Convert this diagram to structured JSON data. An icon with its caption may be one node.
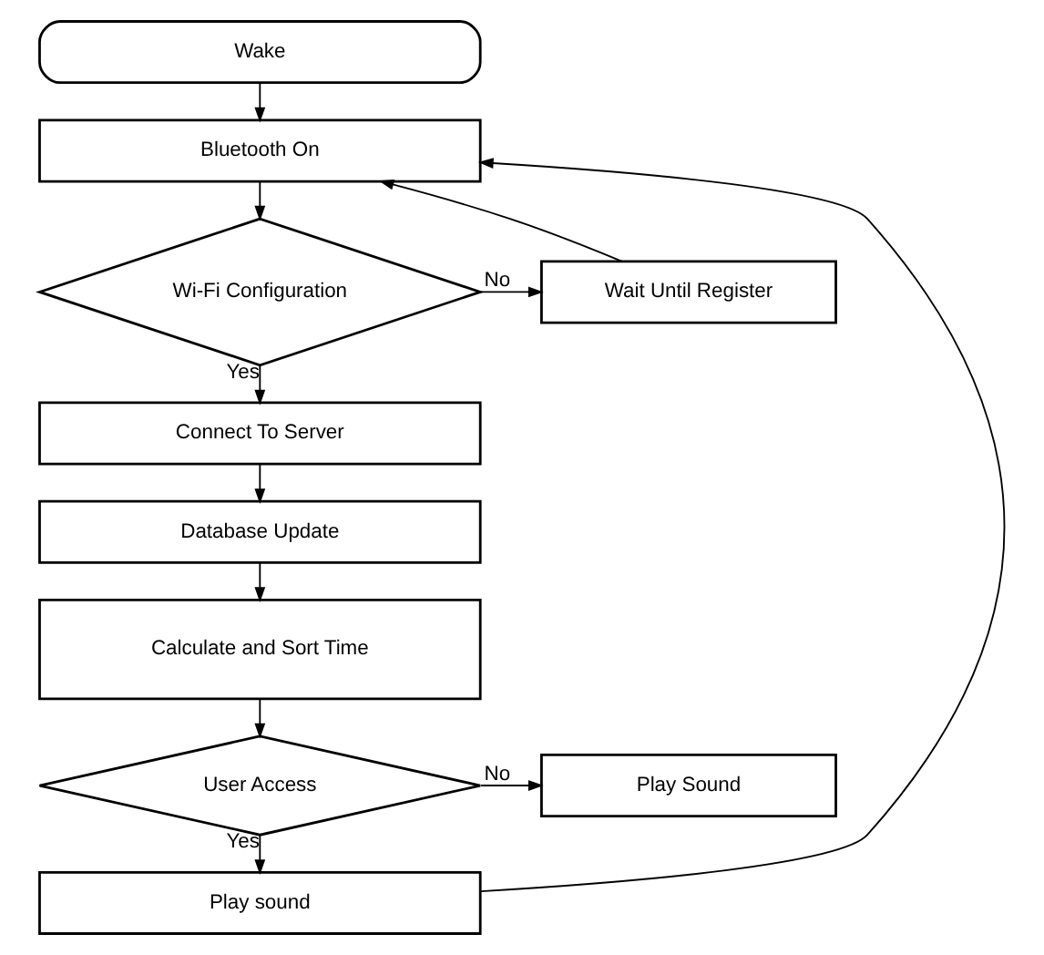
{
  "diagram": {
    "nodes": [
      {
        "text": [
          "Wake"
        ]
      },
      {
        "text": [
          "Bluetooth On"
        ]
      },
      {
        "text": [
          "Wi-Fi Configuration"
        ]
      },
      {
        "text": [
          "Wait Until Register"
        ]
      },
      {
        "text": [
          "Connect To Server"
        ]
      },
      {
        "text": [
          "Database Update"
        ]
      },
      {
        "text": [
          "Calculate and Sort Time"
        ]
      },
      {
        "text": [
          "User Access"
        ]
      },
      {
        "text": [
          "Play Sound"
        ]
      },
      {
        "text": [
          "Play sound"
        ]
      }
    ],
    "edges": [
      {
        "from": 0,
        "to": 1,
        "arrow": "to"
      },
      {
        "from": 1,
        "to": 2,
        "arrow": "to"
      },
      {
        "from": 2,
        "to": 3,
        "arrow": "to",
        "label": "No"
      },
      {
        "from": 3,
        "to": 1,
        "arrow": "to"
      },
      {
        "from": 2,
        "to": 4,
        "arrow": "to",
        "label": "Yes"
      },
      {
        "from": 4,
        "to": 5,
        "arrow": "to"
      },
      {
        "from": 5,
        "to": 6,
        "arrow": "to"
      },
      {
        "from": 6,
        "to": 7,
        "arrow": "to"
      },
      {
        "from": 7,
        "to": 8,
        "arrow": "to",
        "label": "No"
      },
      {
        "from": 7,
        "to": 9,
        "arrow": "to",
        "label": "Yes"
      },
      {
        "from": 9,
        "to": 1,
        "arrow": "to"
      }
    ]
  }
}
